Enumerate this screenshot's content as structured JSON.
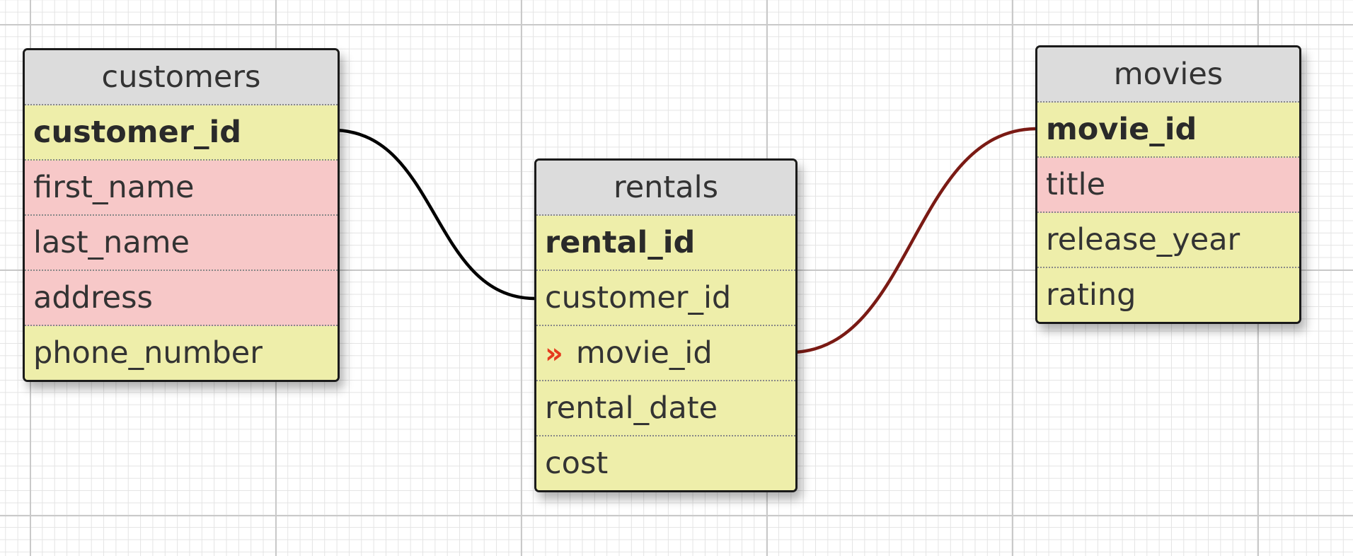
{
  "colors": {
    "header_bg": "#dcdcdc",
    "field_bg": "#eeeeaa",
    "required_field_bg": "#f7c8c8",
    "border": "#1a1a1a",
    "connector_customer": "#000000",
    "connector_movie": "#7a1a14",
    "fk_marker": "#e53a1e"
  },
  "tables": {
    "customers": {
      "name": "customers",
      "fields": [
        {
          "name": "customer_id",
          "kind": "primary-key"
        },
        {
          "name": "first_name",
          "kind": "required"
        },
        {
          "name": "last_name",
          "kind": "required"
        },
        {
          "name": "address",
          "kind": "required"
        },
        {
          "name": "phone_number",
          "kind": "plain"
        }
      ]
    },
    "rentals": {
      "name": "rentals",
      "fields": [
        {
          "name": "rental_id",
          "kind": "primary-key"
        },
        {
          "name": "customer_id",
          "kind": "plain"
        },
        {
          "name": "movie_id",
          "kind": "plain",
          "icon": "foreign-key-double-chevron-icon",
          "icon_glyph": "»"
        },
        {
          "name": "rental_date",
          "kind": "plain"
        },
        {
          "name": "cost",
          "kind": "plain"
        }
      ]
    },
    "movies": {
      "name": "movies",
      "fields": [
        {
          "name": "movie_id",
          "kind": "primary-key"
        },
        {
          "name": "title",
          "kind": "required"
        },
        {
          "name": "release_year",
          "kind": "plain"
        },
        {
          "name": "rating",
          "kind": "plain"
        }
      ]
    }
  },
  "relationships": [
    {
      "from": "customers.customer_id",
      "to": "rentals.customer_id"
    },
    {
      "from": "movies.movie_id",
      "to": "rentals.movie_id"
    }
  ]
}
